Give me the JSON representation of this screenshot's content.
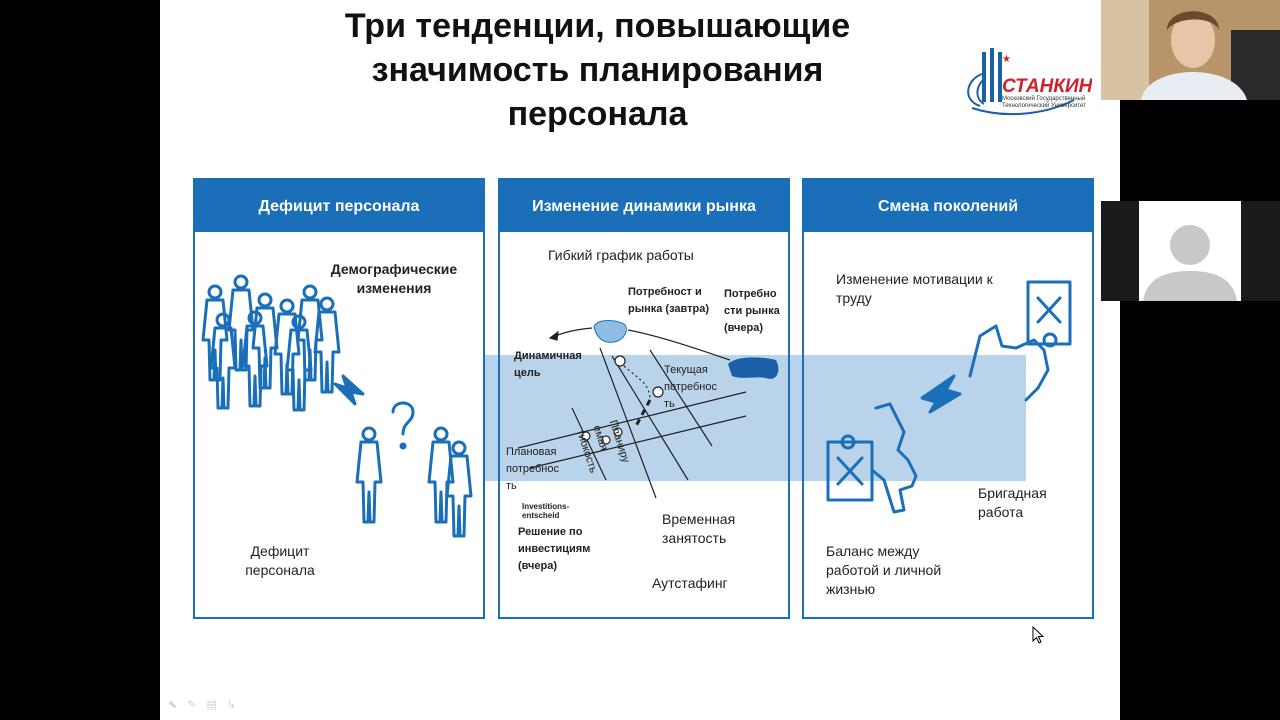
{
  "slide": {
    "title_lines": [
      "Три тенденции, повышающие",
      "значимость планирования",
      "персонала"
    ],
    "logo": {
      "name": "СТАНКИН",
      "subtitle_lines": [
        "Московский Государственный",
        "Технологический Университет"
      ]
    }
  },
  "panels": [
    {
      "header": "Дефицит персонала",
      "labels": {
        "demographic": "Демографические изменения",
        "bottom": "Дефицит персонала"
      }
    },
    {
      "header": "Изменение динамики рынка",
      "labels": {
        "flex_schedule": "Гибкий график работы",
        "needs_tomorrow": "Потребност и рынка (завтра)",
        "needs_yesterday": "Потребно сти рынка (вчера)",
        "dynamic_goal": "Динамичная цель",
        "current_need": "Текущая потребнос ть",
        "planned_flex": "Планиру емая гибкость",
        "planned_need": "Плановая потребнос ть",
        "investitions": "Investitions- entscheid",
        "investment_decision": "Решение по инвестициям (вчера)",
        "temp_employment": "Временная занятость",
        "outstaffing": "Аутстафинг"
      }
    },
    {
      "header": "Смена поколений",
      "labels": {
        "motivation": "Изменение мотивации к труду",
        "team_work": "Бригадная работа",
        "balance": "Баланс между работой и личной жизнью"
      }
    }
  ],
  "colors": {
    "accent": "#1a6fb8",
    "band": "#b9d3ea",
    "frame": "#000000"
  },
  "icons": [
    "cursor-arrow-icon",
    "pointer-tool-icon",
    "pen-tool-icon",
    "slides-icon",
    "more-icon"
  ]
}
